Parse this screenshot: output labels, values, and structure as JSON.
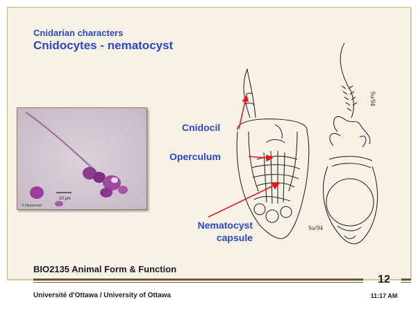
{
  "slide": {
    "subtitle": "Cnidarian characters",
    "title": "Cnidocytes - nematocyst",
    "labels": {
      "cnidocil": "Cnidocil",
      "operculum": "Operculum",
      "capsule_line1": "Nematocyst",
      "capsule_line2": "capsule"
    },
    "drawing_signature_left": "Su/94",
    "drawing_signature_right": "Su/94",
    "photo_scale_label": "10 µm",
    "photo_credit": "© Houseman"
  },
  "footer": {
    "course": "BIO2135 Animal Form & Function",
    "university": "Université d'Ottawa / University of Ottawa",
    "page_number": "12",
    "time": "11:17 AM"
  },
  "colors": {
    "title": "#2a47c8",
    "arrow": "#e8141c",
    "frame_bg": "#f7f1e6",
    "rule": "#6a5636"
  }
}
